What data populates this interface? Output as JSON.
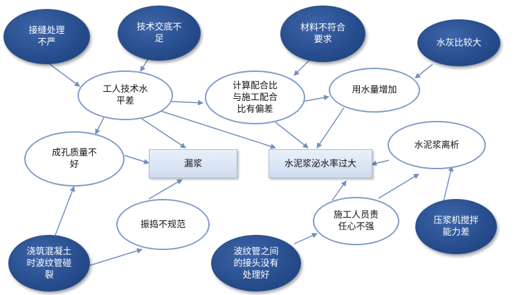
{
  "nodes": {
    "jiefeng": "接缝处理\n不严",
    "jishu_jiaodi": "技术交底不\n足",
    "cailiao": "材料不符合\n要求",
    "shuihuibi": "水灰比较大",
    "gongren": "工人技术水\n平差",
    "jisuan": "计算配合比\n与施工配合\n比有偏差",
    "yongshuiliang": "用水量增加",
    "chengkong": "成孔质量不\n好",
    "loujiang": "漏浆",
    "bishui": "水泥浆泌水率过大",
    "lixi": "水泥浆离析",
    "zhendao": "振捣不规范",
    "shigong_renyuan": "施工人员责\n任心不强",
    "yajiangji": "压浆机搅拌\n能力差",
    "jiaozhu": "浇筑混凝土\n时波纹管碰\n裂",
    "bowenguan": "波纹管之间\n的接头没有\n处理好"
  },
  "colors": {
    "dark_fill": "#264c8c",
    "light_border": "#7e9cc8",
    "box_fill": "#dbe5f3",
    "arrow": "#6f8fbf"
  }
}
